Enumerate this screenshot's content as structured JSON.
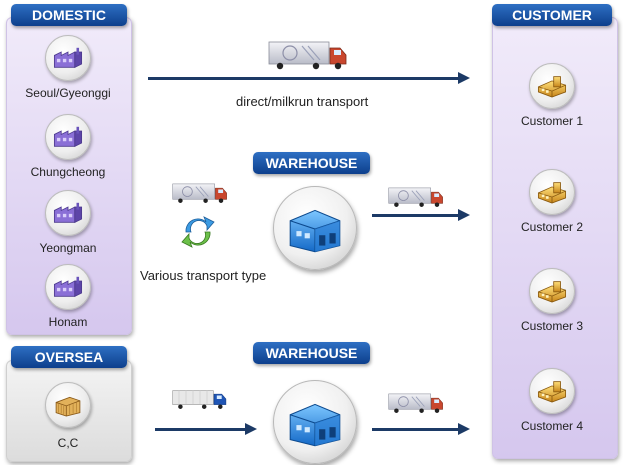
{
  "domestic": {
    "title": "DOMESTIC",
    "sites": [
      {
        "label": "Seoul/Gyeonggi",
        "icon": "factory-icon"
      },
      {
        "label": "Chungcheong",
        "icon": "factory-icon"
      },
      {
        "label": "Yeongman",
        "icon": "factory-icon"
      },
      {
        "label": "Honam",
        "icon": "factory-icon"
      }
    ]
  },
  "oversea": {
    "title": "OVERSEA",
    "site": {
      "label": "C,C",
      "icon": "container-icon"
    }
  },
  "customer": {
    "title": "CUSTOMER",
    "items": [
      {
        "label": "Customer 1",
        "icon": "customer-building-icon"
      },
      {
        "label": "Customer 2",
        "icon": "customer-building-icon"
      },
      {
        "label": "Customer 3",
        "icon": "customer-building-icon"
      },
      {
        "label": "Customer 4",
        "icon": "customer-building-icon"
      }
    ]
  },
  "flows": {
    "direct_label": "direct/milkrun transport",
    "various_label": "Various transport type"
  },
  "warehouses": [
    {
      "title": "WAREHOUSE",
      "icon": "warehouse-building-icon"
    },
    {
      "title": "WAREHOUSE",
      "icon": "warehouse-building-icon"
    }
  ],
  "colors": {
    "pill_blue": "#0d3f8c",
    "arrow_navy": "#1c3a66",
    "panel_purple": "#d5c7ee",
    "panel_gray": "#dcdcdc",
    "factory_purple": "#7a5fc4",
    "customer_gold": "#e0a526",
    "warehouse_blue": "#2b8fe0"
  }
}
